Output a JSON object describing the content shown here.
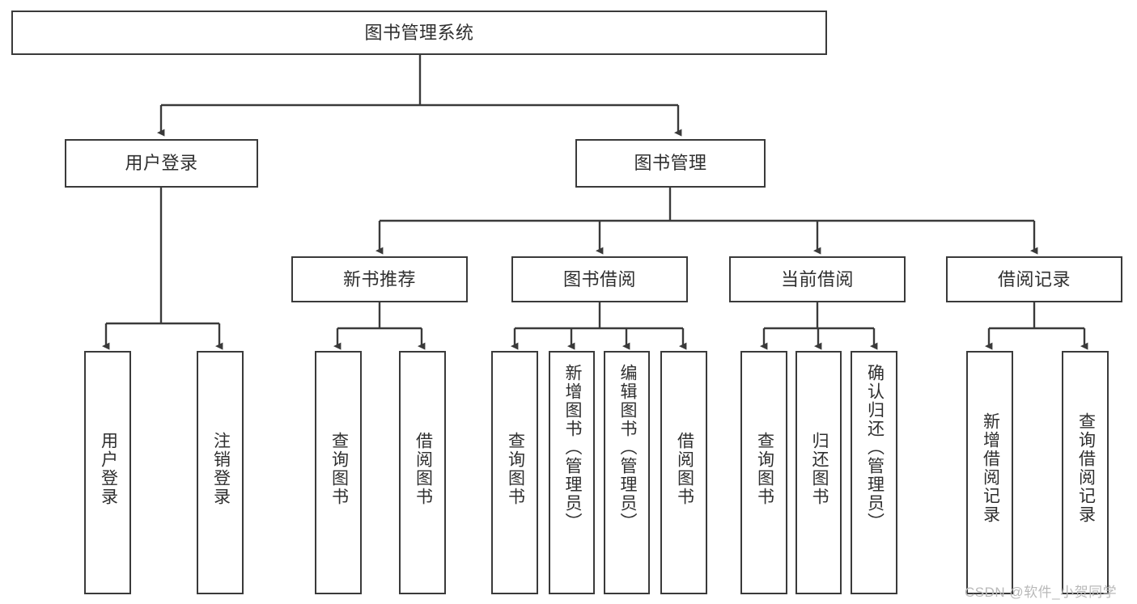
{
  "diagram": {
    "title": "图书管理系统",
    "type": "tree-hierarchy",
    "root": {
      "label": "图书管理系统"
    },
    "level2": [
      {
        "label": "用户登录"
      },
      {
        "label": "图书管理"
      }
    ],
    "level3": [
      {
        "label": "新书推荐"
      },
      {
        "label": "图书借阅"
      },
      {
        "label": "当前借阅"
      },
      {
        "label": "借阅记录"
      }
    ],
    "leaves": {
      "user_login": [
        {
          "label": "用户登录"
        },
        {
          "label": "注销登录"
        }
      ],
      "new_book_recommend": [
        {
          "label": "查询图书"
        },
        {
          "label": "借阅图书"
        }
      ],
      "book_borrow": [
        {
          "label": "查询图书"
        },
        {
          "label": "新增图书（管理员）"
        },
        {
          "label": "编辑图书（管理员）"
        },
        {
          "label": "借阅图书"
        }
      ],
      "current_borrow": [
        {
          "label": "查询图书"
        },
        {
          "label": "归还图书"
        },
        {
          "label": "确认归还（管理员）"
        }
      ],
      "borrow_record": [
        {
          "label": "新增借阅记录"
        },
        {
          "label": "查询借阅记录"
        }
      ]
    }
  },
  "watermark": {
    "text": "CSDN @软件_小贺同学"
  },
  "colors": {
    "stroke": "#3a3a3a",
    "text": "#2f2f2f",
    "background": "#ffffff",
    "watermark": "#b9b9b9"
  }
}
